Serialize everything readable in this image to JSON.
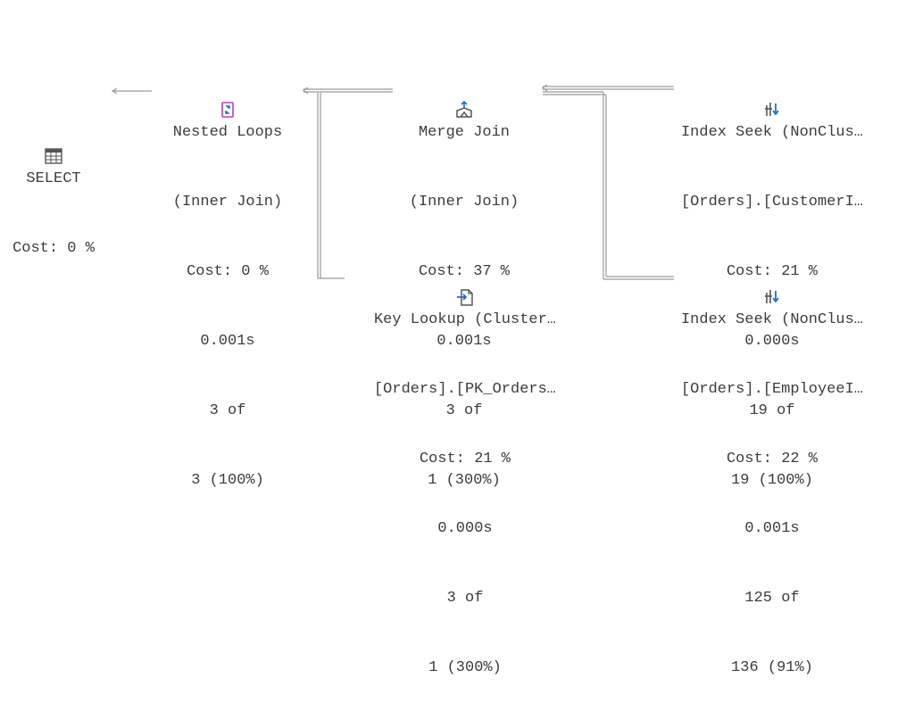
{
  "plan": {
    "select": {
      "icon": "table-grid-icon",
      "name": "SELECT",
      "cost": "Cost: 0 %"
    },
    "nested_loops": {
      "icon": "nested-loops-icon",
      "name": "Nested Loops",
      "subtitle": "(Inner Join)",
      "cost": "Cost: 0 %",
      "time": "0.001s",
      "actual_rows": "3 of",
      "estimated_rows": "3 (100%)"
    },
    "merge_join": {
      "icon": "merge-join-icon",
      "name": "Merge Join",
      "subtitle": "(Inner Join)",
      "cost": "Cost: 37 %",
      "time": "0.001s",
      "actual_rows": "3 of",
      "estimated_rows": "1 (300%)"
    },
    "index_seek_customer": {
      "icon": "index-seek-icon",
      "name": "Index Seek (NonClus…",
      "object": "[Orders].[CustomerI…",
      "cost": "Cost: 21 %",
      "time": "0.000s",
      "actual_rows": "19 of",
      "estimated_rows": "19 (100%)"
    },
    "key_lookup": {
      "icon": "key-lookup-icon",
      "name": "Key Lookup (Cluster…",
      "object": "[Orders].[PK_Orders…",
      "cost": "Cost: 21 %",
      "time": "0.000s",
      "actual_rows": "3 of",
      "estimated_rows": "1 (300%)"
    },
    "index_seek_employee": {
      "icon": "index-seek-icon",
      "name": "Index Seek (NonClus…",
      "object": "[Orders].[EmployeeI…",
      "cost": "Cost: 22 %",
      "time": "0.001s",
      "actual_rows": "125 of",
      "estimated_rows": "136 (91%)"
    }
  },
  "colors": {
    "text": "#3c3c3c",
    "connector": "#9a9a9a",
    "icon_blue": "#1e6fc8",
    "icon_magenta": "#c03cc0",
    "icon_dark": "#555555"
  }
}
